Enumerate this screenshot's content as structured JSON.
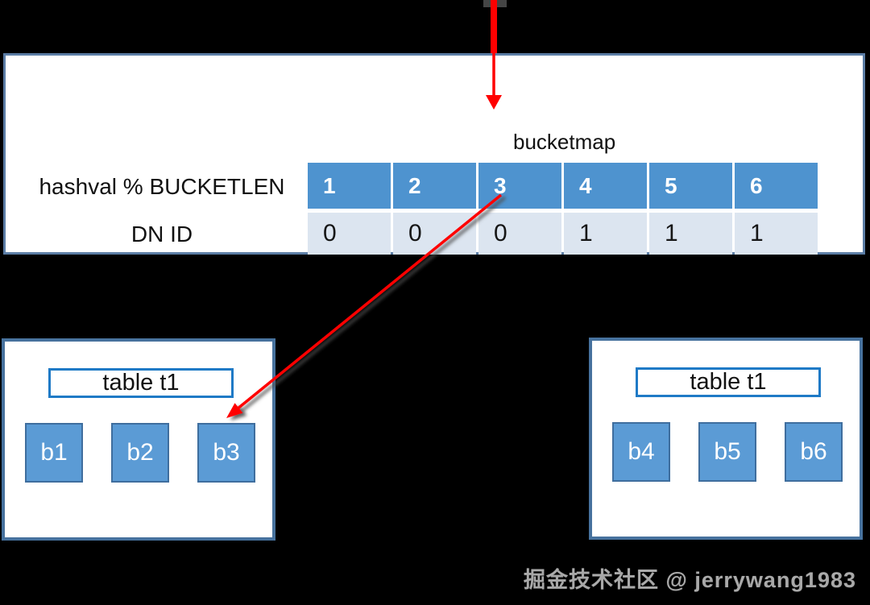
{
  "top_panel": {
    "bucketmap_label": "bucketmap",
    "row1_label": "hashval % BUCKETLEN",
    "row2_label": "DN ID",
    "bucketmap": {
      "headers": [
        "1",
        "2",
        "3",
        "4",
        "5",
        "6"
      ],
      "dn_ids": [
        "0",
        "0",
        "0",
        "1",
        "1",
        "1"
      ]
    }
  },
  "dn_groups": [
    {
      "title": "table t1",
      "buckets": [
        "b1",
        "b2",
        "b3"
      ]
    },
    {
      "title": "table t1",
      "buckets": [
        "b4",
        "b5",
        "b6"
      ]
    }
  ],
  "arrows": {
    "top_arrow_target": "3",
    "map_arrow_from": "0",
    "map_arrow_to": "b3"
  },
  "watermark": {
    "text": "掘金技术社区 @ jerrywang1983"
  },
  "colors": {
    "arrow": "#ff0000",
    "panel_border": "#5b7da5",
    "box_border": "#47729e",
    "label_border": "#1f7ac6",
    "header_bg": "#4e93cf",
    "cell_bg": "#dce5f0",
    "square_bg": "#5b9bd5",
    "square_border": "#3f6e9e"
  }
}
